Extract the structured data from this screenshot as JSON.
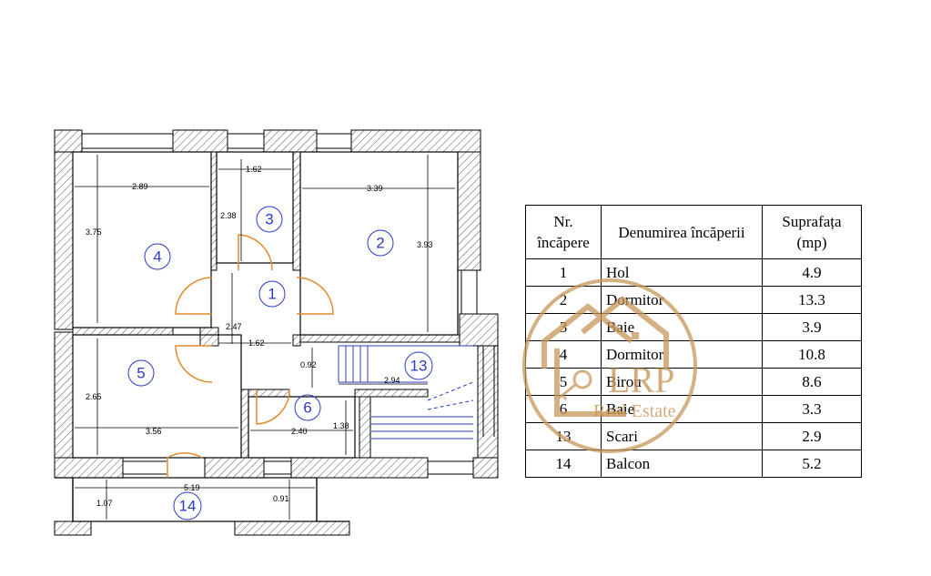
{
  "plan": {
    "rooms": [
      {
        "number": "1"
      },
      {
        "number": "2"
      },
      {
        "number": "3"
      },
      {
        "number": "4"
      },
      {
        "number": "5"
      },
      {
        "number": "6"
      },
      {
        "number": "13"
      },
      {
        "number": "14"
      }
    ],
    "dimensions": {
      "r4_width": "2.89",
      "r4_height": "3.75",
      "r3_width": "1.62",
      "r3_height": "2.38",
      "r2_width": "3.39",
      "r2_height": "3.93",
      "hall_height": "2.47",
      "hall_width": "1.62",
      "hall_small": "0.92",
      "r5_height": "2.65",
      "r5_width": "3.56",
      "r6_width": "2.40",
      "r6_height": "1.38",
      "stairs_width": "2.94",
      "balcony_width": "5.19",
      "balcony_left": "1.07",
      "balcony_right": "0.91"
    }
  },
  "legend": {
    "headers": {
      "nr": [
        "Nr.",
        "încăpere"
      ],
      "name": "Denumirea încăperii",
      "area": [
        "Suprafața",
        "(mp)"
      ]
    },
    "rows": [
      {
        "nr": "1",
        "name": "Hol",
        "area": "4.9"
      },
      {
        "nr": "2",
        "name": "Dormitor",
        "area": "13.3"
      },
      {
        "nr": "3",
        "name": "Baie",
        "area": "3.9"
      },
      {
        "nr": "4",
        "name": "Dormitor",
        "area": "10.8"
      },
      {
        "nr": "5",
        "name": "Birou",
        "area": "8.6"
      },
      {
        "nr": "6",
        "name": "Baie",
        "area": "3.3"
      },
      {
        "nr": "13",
        "name": "Scari",
        "area": "2.9"
      },
      {
        "nr": "14",
        "name": "Balcon",
        "area": "5.2"
      }
    ]
  },
  "watermark": {
    "initials": "LRP",
    "tagline": "Real Estate",
    "color": "#c8965a"
  },
  "colors": {
    "wall_hatch": "#555555",
    "room_number": "#2b3cc4",
    "door_arc": "#e08a2c",
    "stairs": "#2b3cc4"
  }
}
